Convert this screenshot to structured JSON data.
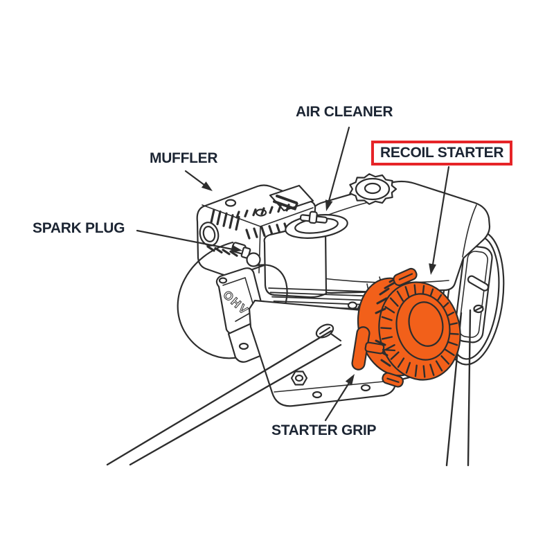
{
  "diagram": {
    "type": "engine-parts-callout",
    "background": "#ffffff",
    "callouts": [
      {
        "id": "air_cleaner",
        "text": "AIR CLEANER",
        "highlighted": false
      },
      {
        "id": "muffler",
        "text": "MUFFLER",
        "highlighted": false
      },
      {
        "id": "spark_plug",
        "text": "SPARK PLUG",
        "highlighted": false
      },
      {
        "id": "recoil_starter",
        "text": "RECOIL STARTER",
        "highlighted": true
      },
      {
        "id": "starter_grip",
        "text": "STARTER GRIP",
        "highlighted": false
      }
    ],
    "engine_markings": {
      "valve_cover": "OHV"
    },
    "highlighted_part": "RECOIL STARTER",
    "colors": {
      "part_highlight": "#f2601a",
      "callout_box": "#e62428",
      "label_text": "#1c2533",
      "line_art": "#2d2d2d"
    }
  }
}
